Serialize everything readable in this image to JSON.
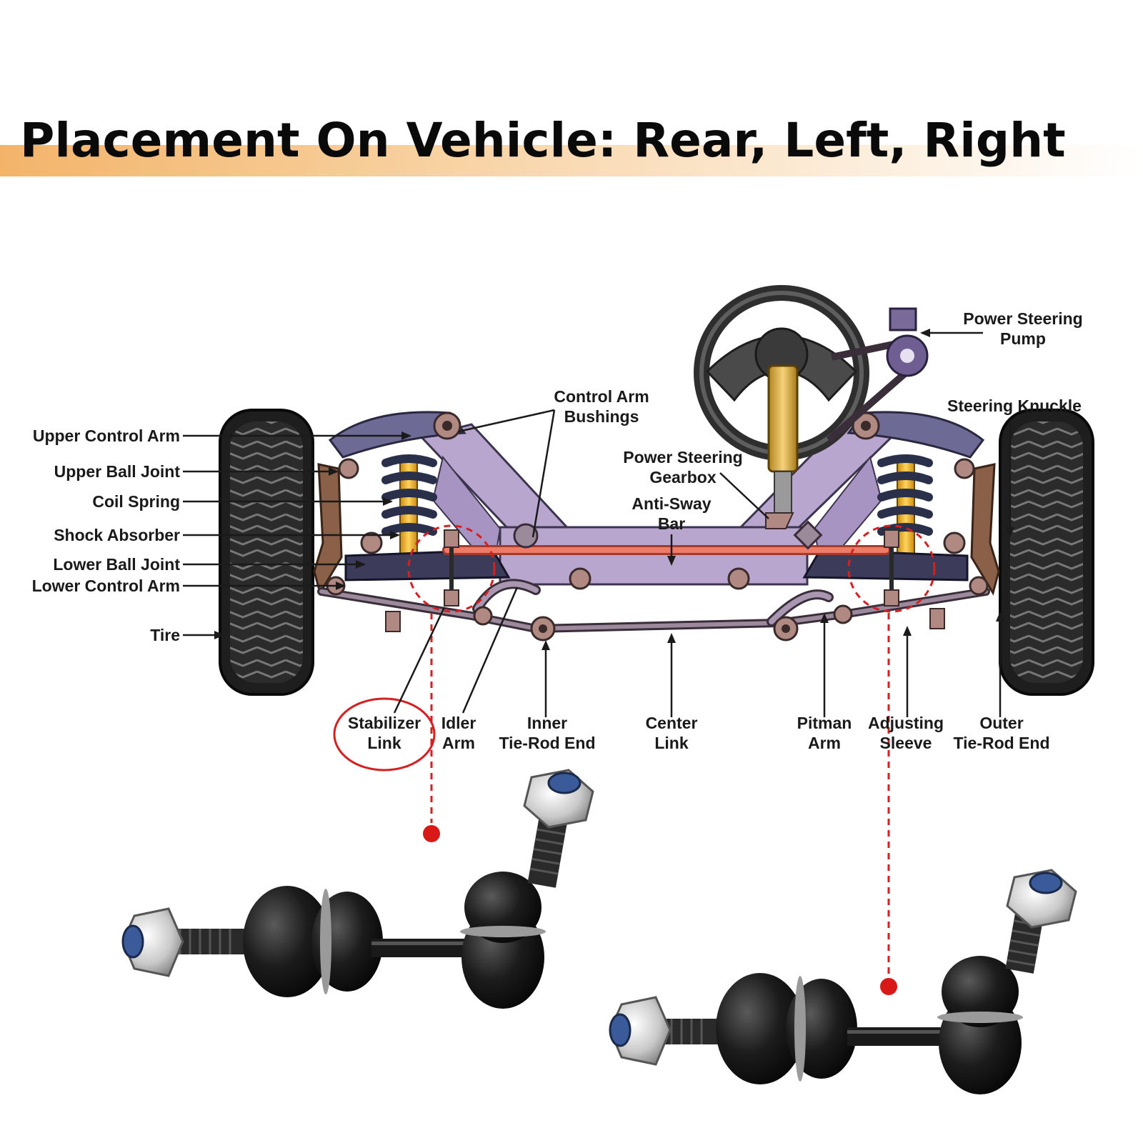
{
  "title": "Placement On Vehicle: Rear, Left, Right",
  "colors": {
    "title_gradient": "#f3b46a",
    "frame": "#b9a6cf",
    "anti_sway_bar": "#e8705f",
    "highlight_red": "#d42020",
    "tire": "#2d2d2d",
    "spring": "#2a2f4a",
    "shock": "#f0b428"
  },
  "labels": {
    "upper_control_arm": "Upper Control Arm",
    "upper_ball_joint": "Upper Ball Joint",
    "coil_spring": "Coil Spring",
    "shock_absorber": "Shock Absorber",
    "lower_ball_joint": "Lower Ball Joint",
    "lower_control_arm": "Lower Control Arm",
    "tire": "Tire",
    "control_arm_bushings": [
      "Control Arm",
      "Bushings"
    ],
    "power_steering_gearbox": [
      "Power Steering",
      "Gearbox"
    ],
    "anti_sway_bar": [
      "Anti-Sway",
      "Bar"
    ],
    "power_steering_pump": [
      "Power Steering",
      "Pump"
    ],
    "steering_knuckle": "Steering Knuckle",
    "stabilizer_link": [
      "Stabilizer",
      "Link"
    ],
    "idler_arm": [
      "Idler",
      "Arm"
    ],
    "inner_tie_rod_end": [
      "Inner",
      "Tie-Rod End"
    ],
    "center_link": [
      "Center",
      "Link"
    ],
    "pitman_arm": [
      "Pitman",
      "Arm"
    ],
    "adjusting_sleeve": [
      "Adjusting",
      "Sleeve"
    ],
    "outer_tie_rod_end": [
      "Outer",
      "Tie-Rod End"
    ]
  }
}
